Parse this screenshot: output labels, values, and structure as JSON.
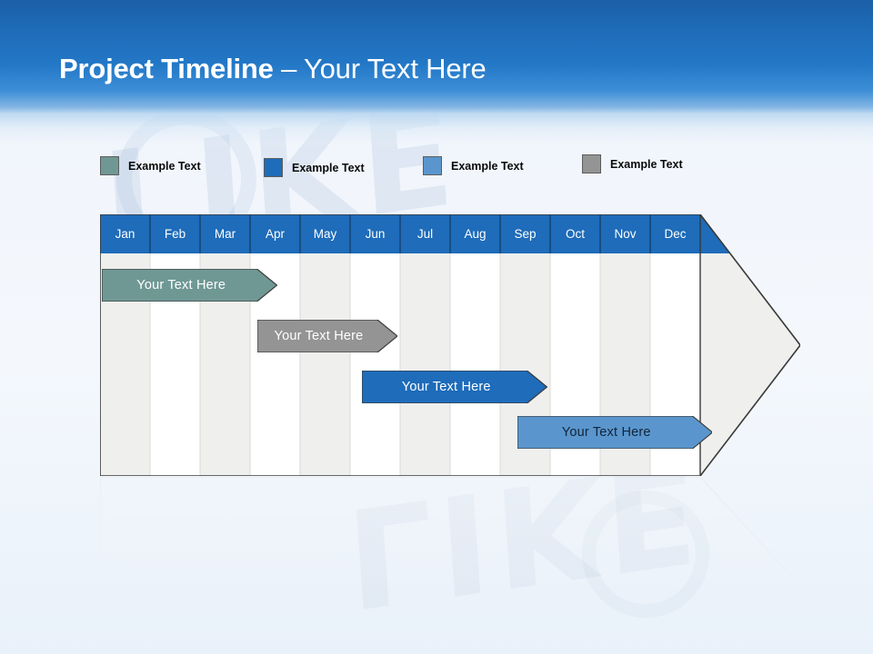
{
  "slide": {
    "title_bold": "Project Timeline",
    "title_separator": " – ",
    "title_light": "Your Text Here",
    "background_accent": "#1f6cb8",
    "watermark_top": "LIKE",
    "watermark_bottom": "LIKE"
  },
  "legend": {
    "items": [
      {
        "label": "Example Text",
        "color": "#6f9894",
        "x": 0
      },
      {
        "label": "Example Text",
        "color": "#1e6cba",
        "x": 180
      },
      {
        "label": "Example Text",
        "color": "#5a96cd",
        "x": 355
      },
      {
        "label": "Example Text",
        "color": "#949494",
        "x": 530
      }
    ]
  },
  "chart_data": {
    "type": "bar",
    "title": "Project Timeline",
    "xlabel": "",
    "ylabel": "",
    "categories": [
      "Jan",
      "Feb",
      "Mar",
      "Apr",
      "May",
      "Jun",
      "Jul",
      "Aug",
      "Sep",
      "Oct",
      "Nov",
      "Dec"
    ],
    "header_color": "#1e6cba",
    "header_text_color": "#ffffff",
    "stripe_odd_color": "#efefed",
    "stripe_even_color": "#ffffff",
    "border_color": "#3a3a3a",
    "grid": true,
    "legend_position": "top",
    "series": [
      {
        "name": "Your  Text Here",
        "label": "Your  Text Here",
        "color": "#6f9894",
        "text_color": "#ffffff",
        "start_month": "Jan",
        "end_month": "Apr",
        "start_index": 0,
        "end_index": 3.5,
        "row": 0
      },
      {
        "name": "Your  Text Here",
        "label": "Your  Text Here",
        "color": "#949494",
        "text_color": "#ffffff",
        "start_month": "Apr",
        "end_month": "Jun",
        "start_index": 3.1,
        "end_index": 5.9,
        "row": 1
      },
      {
        "name": "Your  Text Here",
        "label": "Your  Text Here",
        "color": "#1e6cba",
        "text_color": "#ffffff",
        "start_month": "Jun",
        "end_month": "Sep",
        "start_index": 5.2,
        "end_index": 8.9,
        "row": 2
      },
      {
        "name": "Your  Text Here",
        "label": "Your  Text Here",
        "color": "#5a96cd",
        "text_color": "#12243a",
        "start_month": "Sep",
        "end_month": "Dec",
        "start_index": 8.3,
        "end_index": 12.2,
        "row": 3
      }
    ]
  }
}
